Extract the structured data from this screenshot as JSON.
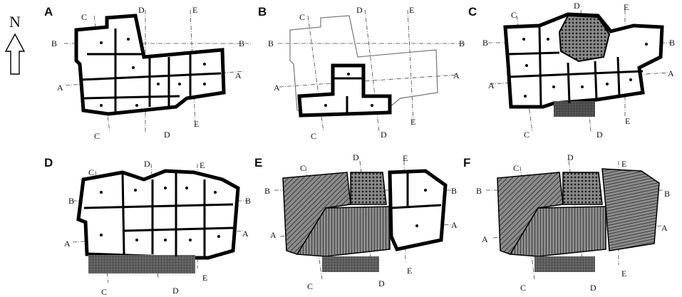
{
  "north_arrow": {
    "label": "N",
    "icon": "north-arrow-icon"
  },
  "panels": [
    {
      "letter": "A",
      "sections": {
        "top_c": "C",
        "top_d": "D",
        "top_e": "E",
        "left_b": "B",
        "right_b": "B",
        "left_a": "A",
        "right_a": "A",
        "bottom_c": "C",
        "bottom_d": "D",
        "bottom_e": "E"
      }
    },
    {
      "letter": "B",
      "sections": {
        "top_c": "C",
        "top_d": "D",
        "top_e": "E",
        "left_b": "B",
        "right_b": "B",
        "left_a": "A",
        "right_a": "A",
        "bottom_c": "C",
        "bottom_d": "D",
        "bottom_e": "E"
      }
    },
    {
      "letter": "C",
      "sections": {
        "top_c": "C",
        "top_d": "D",
        "top_e": "E",
        "left_b": "B",
        "right_b": "B",
        "left_a": "A",
        "right_a": "A",
        "bottom_c": "C",
        "bottom_d": "D",
        "bottom_e": "E"
      }
    },
    {
      "letter": "D",
      "sections": {
        "top_c": "C",
        "top_d": "D",
        "top_e": "E",
        "left_b": "B",
        "right_b": "B",
        "left_a": "A",
        "right_a": "A",
        "bottom_c": "C",
        "bottom_d": "D",
        "bottom_e": "E"
      }
    },
    {
      "letter": "E",
      "sections": {
        "top_c": "C",
        "top_d": "D",
        "top_e": "E",
        "left_b": "B",
        "right_b": "B",
        "left_a": "A",
        "right_a": "A",
        "bottom_c": "C",
        "bottom_d": "D",
        "bottom_e": "E"
      }
    },
    {
      "letter": "F",
      "sections": {
        "top_c": "C",
        "top_d": "D",
        "top_e": "E",
        "left_b": "B",
        "right_b": "B",
        "left_a": "A",
        "right_a": "A",
        "bottom_c": "C",
        "bottom_d": "D",
        "bottom_e": "E"
      }
    }
  ]
}
